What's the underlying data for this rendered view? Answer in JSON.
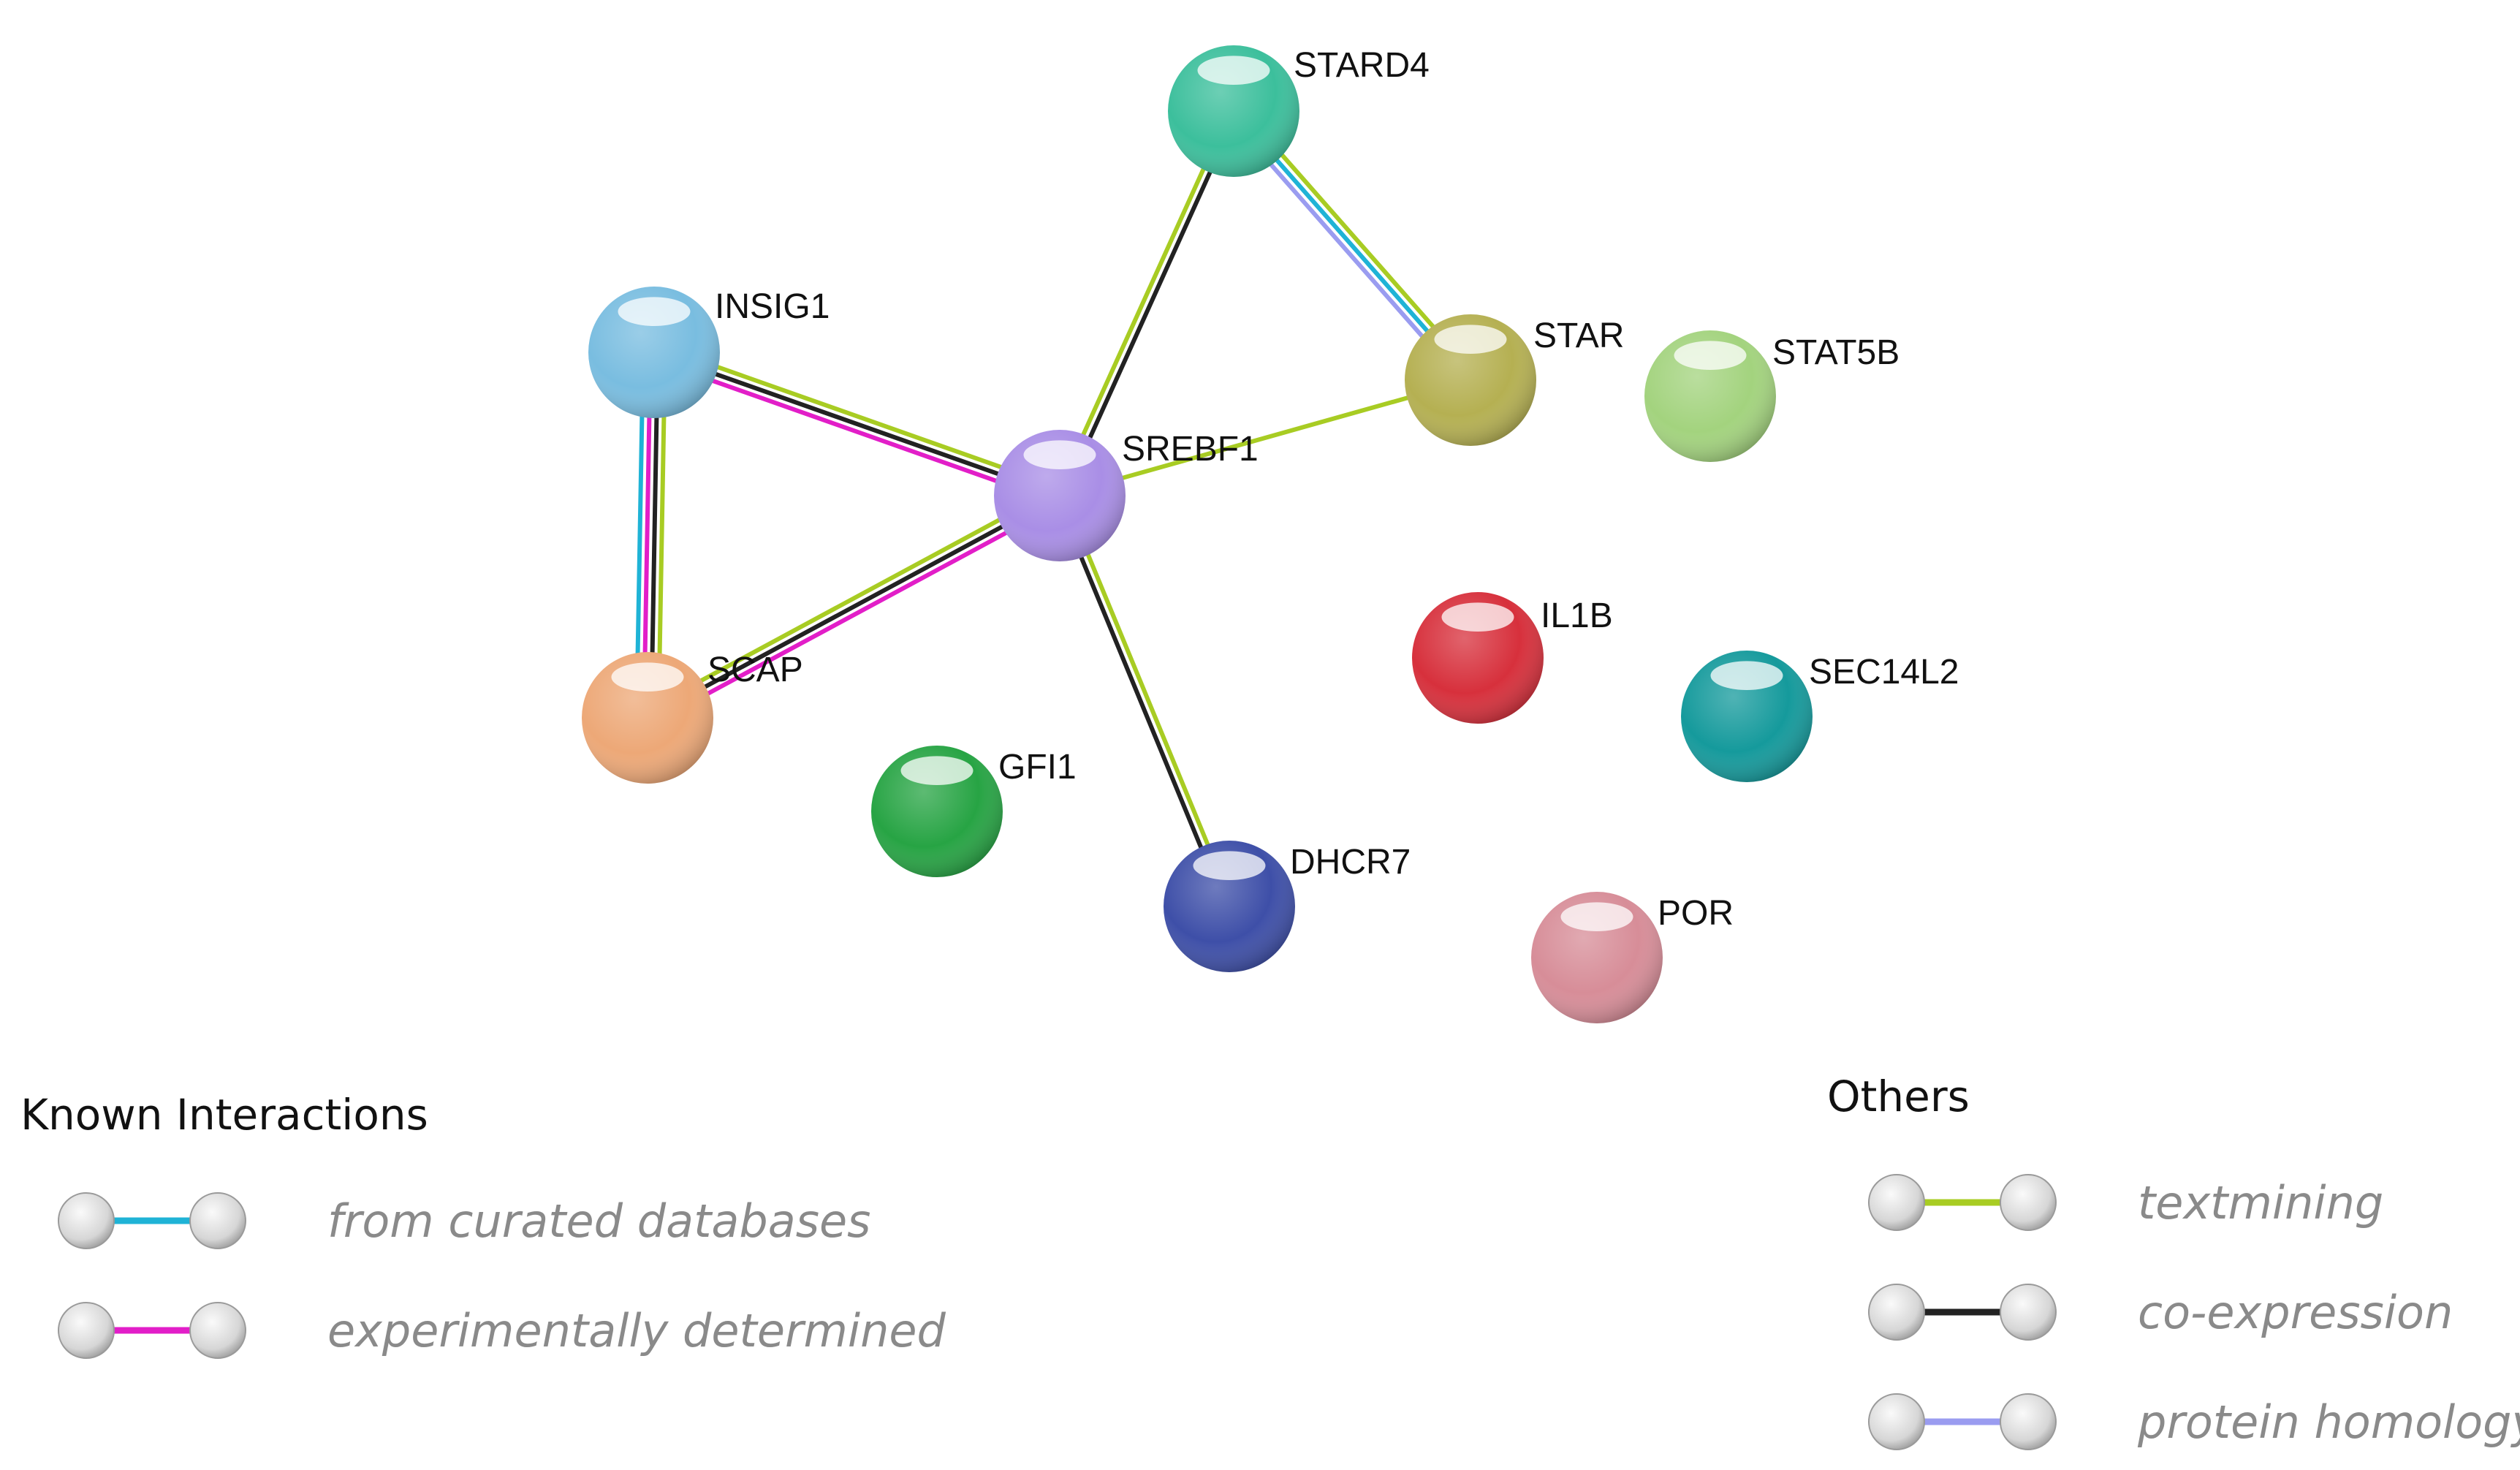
{
  "colors": {
    "textmining": "#a8cc23",
    "coexpression": "#222222",
    "homology": "#9a9cf0",
    "curated": "#1fb3d6",
    "experimental": "#e21ec8"
  },
  "nodes": {
    "STARD4": {
      "label": "STARD4",
      "color": "#3cbf9c"
    },
    "INSIG1": {
      "label": "INSIG1",
      "color": "#79bde0"
    },
    "STAR": {
      "label": "STAR",
      "color": "#b5b052"
    },
    "STAT5B": {
      "label": "STAT5B",
      "color": "#a3d37e"
    },
    "SREBF1": {
      "label": "SREBF1",
      "color": "#a98ee6"
    },
    "IL1B": {
      "label": "IL1B",
      "color": "#d7303c"
    },
    "SEC14L2": {
      "label": "SEC14L2",
      "color": "#159a9c"
    },
    "SCAP": {
      "label": "SCAP",
      "color": "#eda877"
    },
    "GFI1": {
      "label": "GFI1",
      "color": "#27a444"
    },
    "DHCR7": {
      "label": "DHCR7",
      "color": "#3e4fa8"
    },
    "POR": {
      "label": "POR",
      "color": "#d78d98"
    }
  },
  "edges": [
    {
      "source": "SREBF1",
      "target": "STARD4",
      "types": [
        "textmining",
        "coexpression"
      ]
    },
    {
      "source": "STARD4",
      "target": "STAR",
      "types": [
        "textmining",
        "curated",
        "homology"
      ]
    },
    {
      "source": "SREBF1",
      "target": "STAR",
      "types": [
        "textmining"
      ]
    },
    {
      "source": "INSIG1",
      "target": "SREBF1",
      "types": [
        "textmining",
        "coexpression",
        "experimental"
      ]
    },
    {
      "source": "INSIG1",
      "target": "SCAP",
      "types": [
        "textmining",
        "coexpression",
        "experimental",
        "curated"
      ]
    },
    {
      "source": "SCAP",
      "target": "SREBF1",
      "types": [
        "textmining",
        "coexpression",
        "experimental"
      ]
    },
    {
      "source": "SREBF1",
      "target": "DHCR7",
      "types": [
        "textmining",
        "coexpression"
      ]
    }
  ],
  "legend": {
    "known": {
      "heading": "Known Interactions",
      "items": [
        {
          "label": "from curated databases",
          "type": "curated"
        },
        {
          "label": "experimentally determined",
          "type": "experimental"
        }
      ]
    },
    "others": {
      "heading": "Others",
      "items": [
        {
          "label": "textmining",
          "type": "textmining"
        },
        {
          "label": "co-expression",
          "type": "coexpression"
        },
        {
          "label": "protein homology",
          "type": "homology"
        }
      ]
    }
  }
}
